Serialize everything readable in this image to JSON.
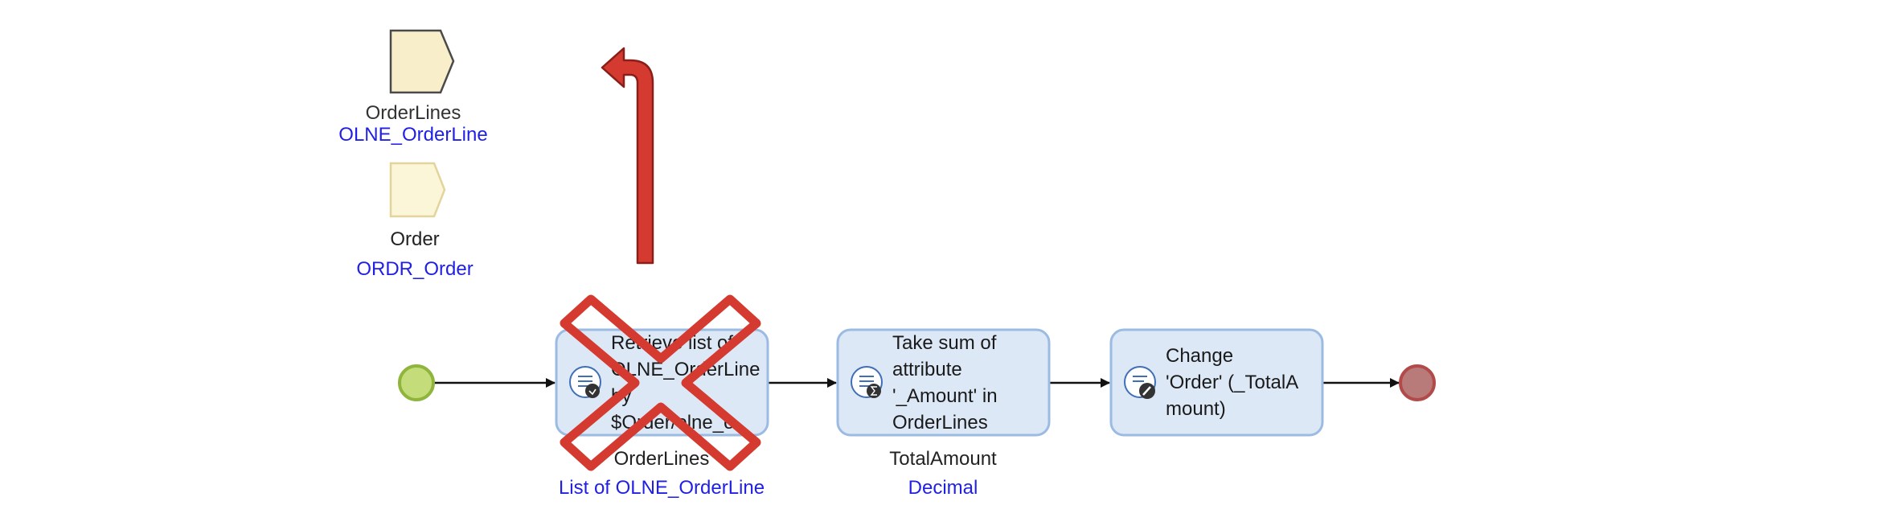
{
  "parameters": [
    {
      "name": "OrderLines",
      "type": "OLNE_OrderLine"
    },
    {
      "name": "Order",
      "type": "ORDR_Order"
    }
  ],
  "activities": [
    {
      "text": "Retrieve list of\nOLNE_OrderLine\nby\n$Order/olne_o",
      "output_name": "OrderLines",
      "output_type": "List of OLNE_OrderLine",
      "icon": "retrieve-icon",
      "disabled": true
    },
    {
      "text": "Take sum of\nattribute\n'_Amount' in\nOrderLines",
      "output_name": "TotalAmount",
      "output_type": "Decimal",
      "icon": "aggregate-sum-icon",
      "disabled": false
    },
    {
      "text": "Change\n'Order' (_TotalA\nmount)",
      "output_name": "",
      "output_type": "",
      "icon": "change-object-icon",
      "disabled": false
    }
  ],
  "events": {
    "start": "start-event",
    "end": "end-event"
  },
  "colors": {
    "activity_fill": "#dde8f6",
    "activity_border": "#9bbbe3",
    "start_fill": "#c5dc7a",
    "start_border": "#8fb53c",
    "end_fill": "#b97a7a",
    "end_border": "#b24a4a",
    "param1_fill": "#f8eec9",
    "param1_border": "#4a4a4a",
    "param2_fill": "#fbf6d8",
    "param2_border": "#e2d49a",
    "cross": "#d43a2f",
    "type_text": "#1f1fe6"
  }
}
